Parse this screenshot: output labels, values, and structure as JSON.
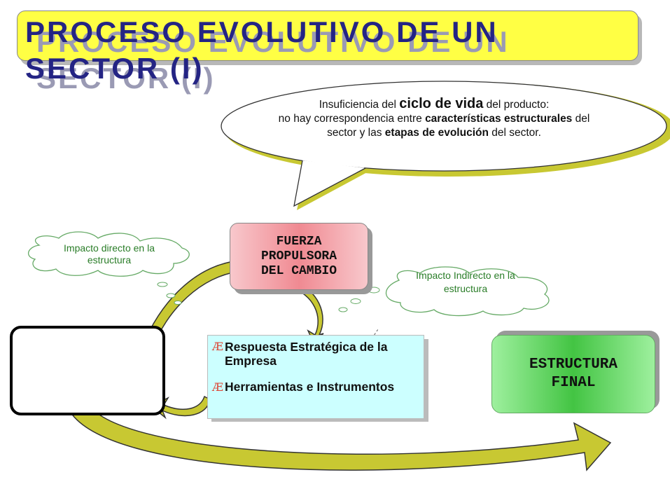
{
  "title": {
    "line1": "PROCESO EVOLUTIVO DE UN",
    "line2": "SECTOR (I)"
  },
  "speech_bubble": {
    "part1": "Insuficiencia del ",
    "part2": "ciclo de vida",
    "part3": " del producto:",
    "part4": "no hay correspondencia entre ",
    "part5": "características estructurales",
    "part6": " del sector y las ",
    "part7": "etapas de evolución",
    "part8": " del sector."
  },
  "clouds": {
    "direct": "Impacto directo en la estructura",
    "indirect": "Impacto Indirecto en la estructura"
  },
  "boxes": {
    "driving_force": "FUERZA PROPULSORA DEL CAMBIO",
    "final_structure": "ESTRUCTURA FINAL"
  },
  "strategy": {
    "bullet": "Æ",
    "items": [
      "Respuesta  Estratégica de la Empresa",
      "Herramientas  e Instrumentos"
    ]
  },
  "colors": {
    "title_banner": "#ffff44",
    "title_text": "#242484",
    "arrow_fill": "#c8c832",
    "cloud_text": "#2a7d28",
    "driving_force_box": "#f08a92",
    "final_box": "#43c443",
    "strategy_box": "#ccffff"
  }
}
